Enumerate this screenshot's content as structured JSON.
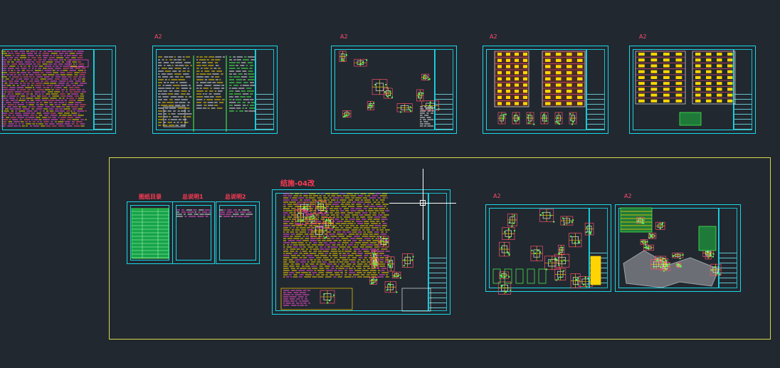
{
  "viewport": {
    "background": "#212830"
  },
  "sheet_labels": {
    "s2": "A2",
    "s3": "A2",
    "s4": "A2",
    "s5": "A2",
    "s8": "A2",
    "s9": "A2"
  },
  "selection_titles": {
    "directory": "图纸目录",
    "notes1": "总说明1",
    "notes2": "总说明2",
    "detail": "结施-04",
    "detail_suffix": "改"
  },
  "colors": {
    "frame": "#19d7e6",
    "selection_box": "#d8d84a",
    "sheet_label": "#ff4d6d"
  }
}
